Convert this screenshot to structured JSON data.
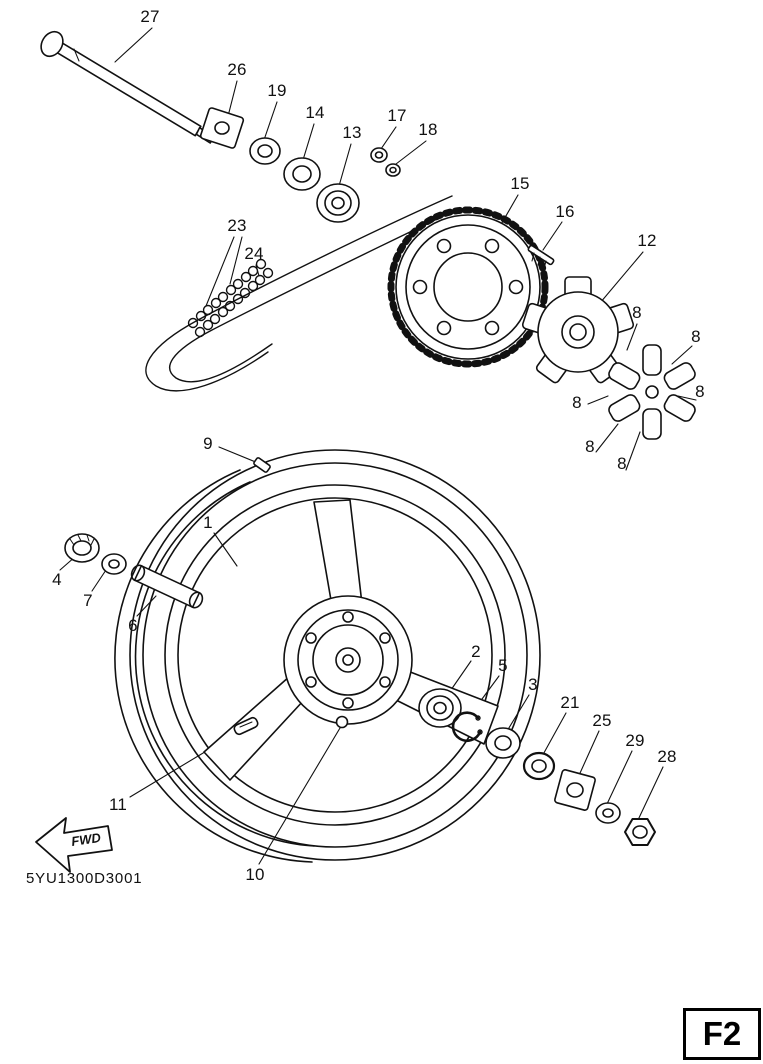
{
  "diagram": {
    "drawing_code": "5YU1300D3001",
    "page_ref": "F2",
    "fwd_label": "FWD",
    "callouts": {
      "n1": "1",
      "n2": "2",
      "n3": "3",
      "n4": "4",
      "n5": "5",
      "n6": "6",
      "n7": "7",
      "n8": "8",
      "n9": "9",
      "n10": "10",
      "n11": "11",
      "n12": "12",
      "n13": "13",
      "n14": "14",
      "n15": "15",
      "n16": "16",
      "n17": "17",
      "n18": "18",
      "n19": "19",
      "n21": "21",
      "n23": "23",
      "n24": "24",
      "n25": "25",
      "n26": "26",
      "n27": "27",
      "n28": "28",
      "n29": "29"
    }
  }
}
